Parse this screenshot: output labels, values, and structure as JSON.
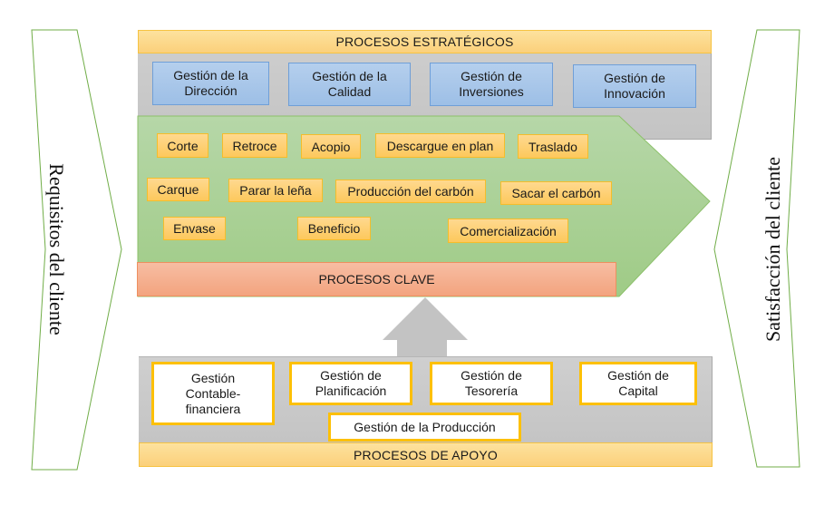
{
  "side_labels": {
    "left": "Requisitos del cliente",
    "right": "Satisfacción del cliente"
  },
  "strategic": {
    "header": "PROCESOS ESTRATÉGICOS",
    "boxes": [
      {
        "line1": "Gestión de la",
        "line2": "Dirección"
      },
      {
        "line1": "Gestión de la",
        "line2": "Calidad"
      },
      {
        "line1": "Gestión de",
        "line2": "Inversiones"
      },
      {
        "line1": "Gestión de",
        "line2": "Innovación"
      }
    ]
  },
  "key": {
    "label": "PROCESOS CLAVE",
    "activities": [
      "Corte",
      "Retroce",
      "Acopio",
      "Descargue en plan",
      "Traslado",
      "Carque",
      "Parar la leña",
      "Producción del carbón",
      "Sacar el carbón",
      "Envase",
      "Beneficio",
      "Comercialización"
    ]
  },
  "support": {
    "label": "PROCESOS DE APOYO",
    "boxes": [
      {
        "line1": "Gestión",
        "line2": "Contable-",
        "line3": "financiera"
      },
      {
        "line1": "Gestión de",
        "line2": "Planificación"
      },
      {
        "line1": "Gestión de",
        "line2": "Tesorería"
      },
      {
        "line1": "Gestión de",
        "line2": "Capital"
      },
      {
        "line1": "Gestión de la Producción"
      }
    ]
  },
  "colors": {
    "green_fill": "#a9d18e",
    "green_stroke": "#70ad47",
    "yellow_bar": "#fdd88a",
    "gray_panel": "#c9c9c9",
    "blue_box": "#a7c5ea",
    "key_bar": "#f4b18f",
    "support_border": "#fdc006"
  }
}
